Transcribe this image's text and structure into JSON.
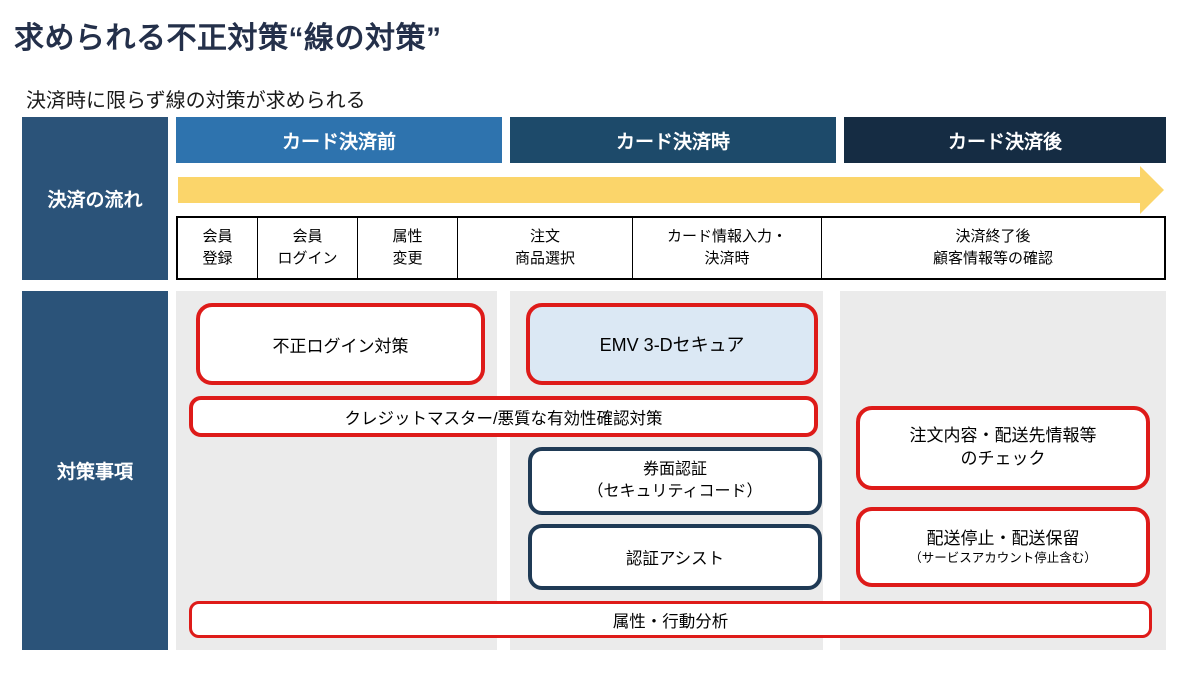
{
  "page": {
    "title": "求められる不正対策“線の対策”",
    "subtitle": "決済時に限らず線の対策が求められる"
  },
  "colors": {
    "title_text": "#24304A",
    "sidebar_bg": "#2B5379",
    "phase_pre_bg": "#2E73AE",
    "phase_during_bg": "#1D4A6A",
    "phase_post_bg": "#152C43",
    "arrow_yellow": "#FBD56A",
    "panel_gray": "#EBEBEB",
    "red_border": "#DE1B19",
    "navy_border": "#1F3A55",
    "emv_fill": "#DBE8F4"
  },
  "sidebar": {
    "flow_label": "決済の流れ",
    "measures_label": "対策事項"
  },
  "phases": [
    {
      "label": "カード決済前"
    },
    {
      "label": "カード決済時"
    },
    {
      "label": "カード決済後"
    }
  ],
  "steps": [
    {
      "line1": "会員",
      "line2": "登録"
    },
    {
      "line1": "会員",
      "line2": "ログイン"
    },
    {
      "line1": "属性",
      "line2": "変更"
    },
    {
      "line1": "注文",
      "line2": "商品選択"
    },
    {
      "line1": "カード情報入力・",
      "line2": "決済時"
    },
    {
      "line1": "決済終了後",
      "line2": "顧客情報等の確認"
    }
  ],
  "measures": {
    "fraud_login": "不正ログイン対策",
    "emv_3ds": "EMV 3-Dセキュア",
    "credit_master": "クレジットマスター/悪質な有効性確認対策",
    "card_auth_line1": "券面認証",
    "card_auth_line2": "（セキュリティコード）",
    "auth_assist": "認証アシスト",
    "order_check_line1": "注文内容・配送先情報等",
    "order_check_line2": "のチェック",
    "delivery_hold_line1": "配送停止・配送保留",
    "delivery_hold_line2": "（サービスアカウント停止含む）",
    "attribute_behavior_analysis": "属性・行動分析"
  }
}
